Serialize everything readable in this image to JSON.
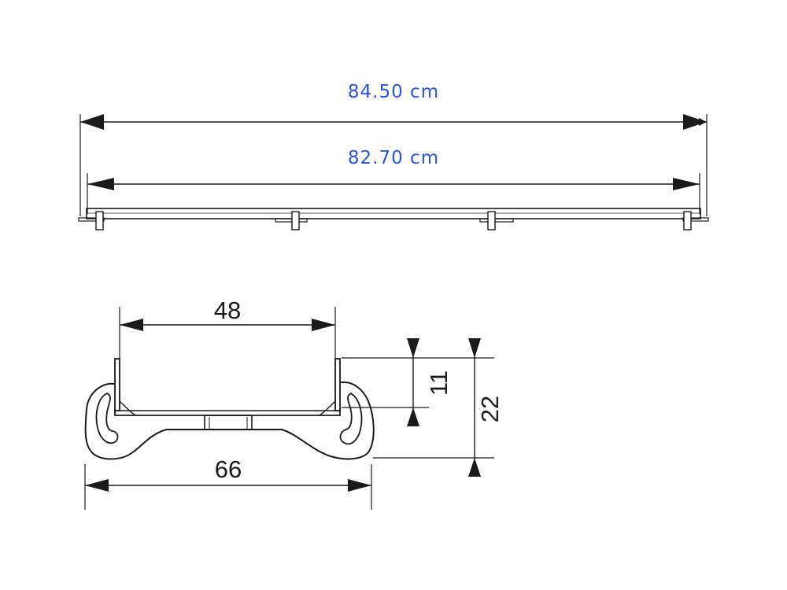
{
  "dimensions": {
    "overall_length": "84.50 cm",
    "inner_length": "82.70 cm",
    "inner_width": "48",
    "outer_width": "66",
    "upper_height": "11",
    "total_height": "22"
  }
}
